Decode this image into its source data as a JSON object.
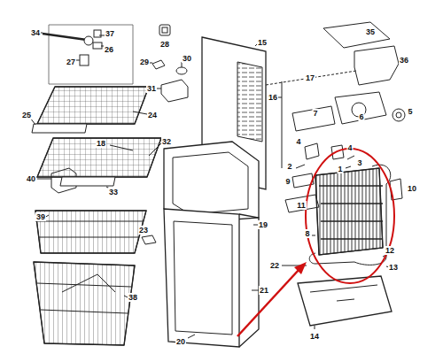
{
  "diagram": {
    "labels": [
      "34",
      "37",
      "26",
      "27",
      "28",
      "29",
      "30",
      "31",
      "15",
      "35",
      "36",
      "17",
      "16",
      "7",
      "6",
      "5",
      "4",
      "3",
      "4",
      "2",
      "1",
      "9",
      "24",
      "25",
      "32",
      "40",
      "18",
      "33",
      "39",
      "23",
      "19",
      "11",
      "8",
      "10",
      "12",
      "13",
      "22",
      "21",
      "14",
      "38",
      "20"
    ]
  }
}
